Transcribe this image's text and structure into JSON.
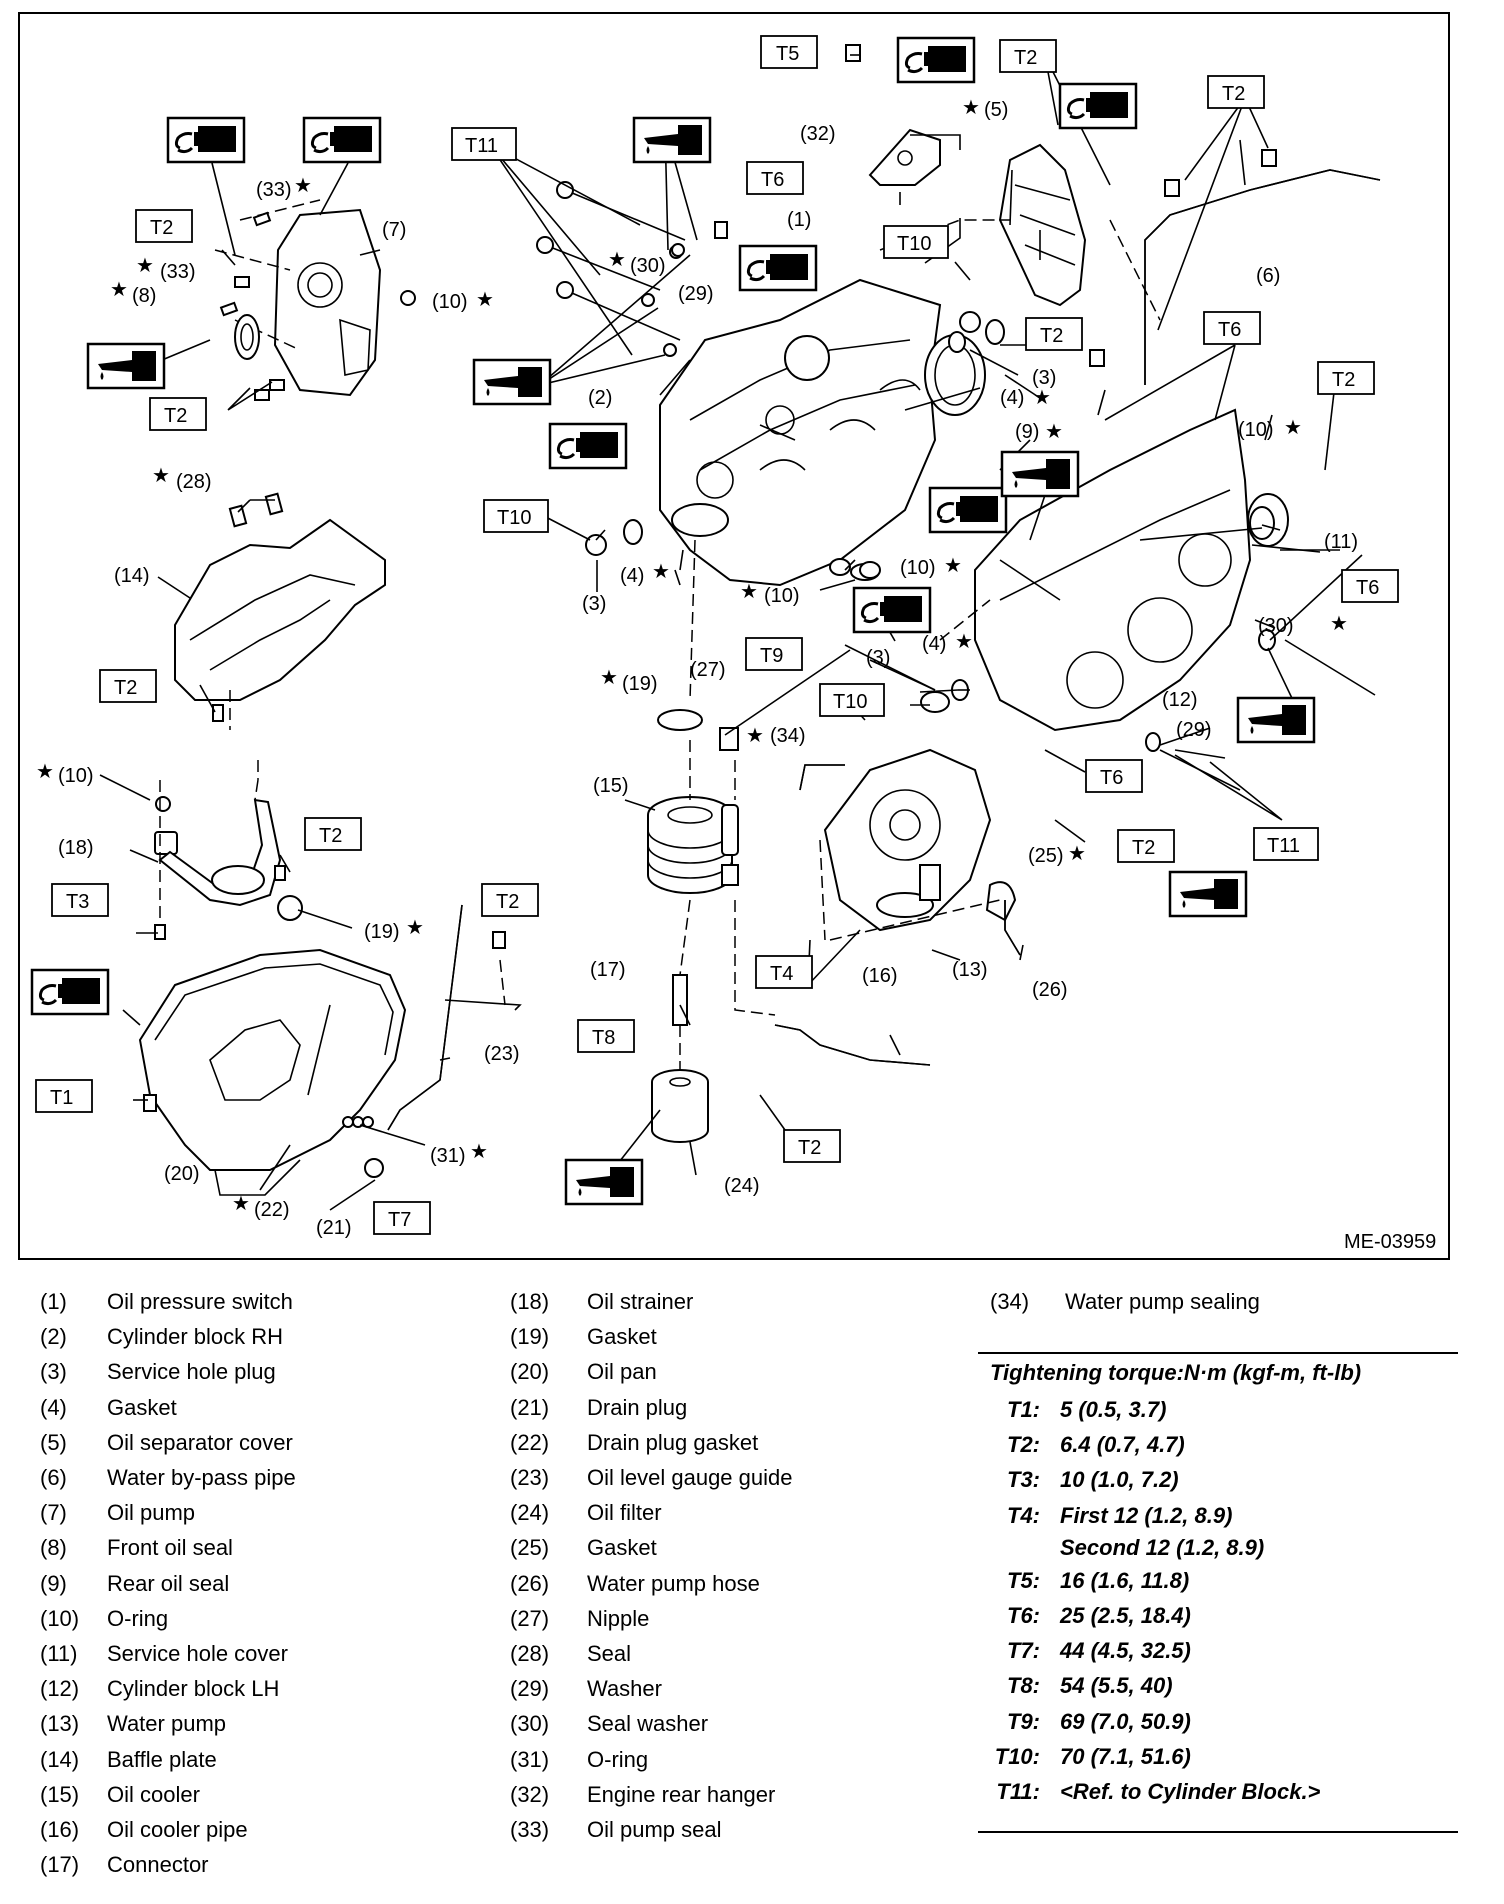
{
  "diagram": {
    "id": "ME-03959",
    "torque_callouts": [
      "T1",
      "T2",
      "T3",
      "T4",
      "T5",
      "T6",
      "T7",
      "T8",
      "T9",
      "T10",
      "T11"
    ],
    "symbols": [
      "grease-symbol",
      "oil-symbol"
    ]
  },
  "labels": {
    "p1": "(1)",
    "p2": "(2)",
    "p3": "(3)",
    "p4": "(4)",
    "p5": "(5)",
    "p6": "(6)",
    "p7": "(7)",
    "p8": "(8)",
    "p9": "(9)",
    "p10": "(10)",
    "p11": "(11)",
    "p12": "(12)",
    "p13": "(13)",
    "p14": "(14)",
    "p15": "(15)",
    "p16": "(16)",
    "p17": "(17)",
    "p18": "(18)",
    "p19": "(19)",
    "p20": "(20)",
    "p21": "(21)",
    "p22": "(22)",
    "p23": "(23)",
    "p24": "(24)",
    "p25": "(25)",
    "p26": "(26)",
    "p27": "(27)",
    "p28": "(28)",
    "p29": "(29)",
    "p30": "(30)",
    "p31": "(31)",
    "p32": "(32)",
    "p33": "(33)",
    "p34": "(34)",
    "star": "★"
  },
  "legend": [
    {
      "num": "(1)",
      "name": "Oil pressure switch"
    },
    {
      "num": "(2)",
      "name": "Cylinder block RH"
    },
    {
      "num": "(3)",
      "name": "Service hole plug"
    },
    {
      "num": "(4)",
      "name": "Gasket"
    },
    {
      "num": "(5)",
      "name": "Oil separator cover"
    },
    {
      "num": "(6)",
      "name": "Water by-pass pipe"
    },
    {
      "num": "(7)",
      "name": "Oil pump"
    },
    {
      "num": "(8)",
      "name": "Front oil seal"
    },
    {
      "num": "(9)",
      "name": "Rear oil seal"
    },
    {
      "num": "(10)",
      "name": "O-ring"
    },
    {
      "num": "(11)",
      "name": "Service hole cover"
    },
    {
      "num": "(12)",
      "name": "Cylinder block LH"
    },
    {
      "num": "(13)",
      "name": "Water pump"
    },
    {
      "num": "(14)",
      "name": "Baffle plate"
    },
    {
      "num": "(15)",
      "name": "Oil cooler"
    },
    {
      "num": "(16)",
      "name": "Oil cooler pipe"
    },
    {
      "num": "(17)",
      "name": "Connector"
    },
    {
      "num": "(18)",
      "name": "Oil strainer"
    },
    {
      "num": "(19)",
      "name": "Gasket"
    },
    {
      "num": "(20)",
      "name": "Oil pan"
    },
    {
      "num": "(21)",
      "name": "Drain plug"
    },
    {
      "num": "(22)",
      "name": "Drain plug gasket"
    },
    {
      "num": "(23)",
      "name": "Oil level gauge guide"
    },
    {
      "num": "(24)",
      "name": "Oil filter"
    },
    {
      "num": "(25)",
      "name": "Gasket"
    },
    {
      "num": "(26)",
      "name": "Water pump hose"
    },
    {
      "num": "(27)",
      "name": "Nipple"
    },
    {
      "num": "(28)",
      "name": "Seal"
    },
    {
      "num": "(29)",
      "name": "Washer"
    },
    {
      "num": "(30)",
      "name": "Seal washer"
    },
    {
      "num": "(31)",
      "name": "O-ring"
    },
    {
      "num": "(32)",
      "name": "Engine rear hanger"
    },
    {
      "num": "(33)",
      "name": "Oil pump seal"
    },
    {
      "num": "(34)",
      "name": "Water pump sealing"
    }
  ],
  "torque": {
    "title": "Tightening torque:N·m (kgf-m, ft-lb)",
    "rows": [
      {
        "key": "T1:",
        "value": "5 (0.5, 3.7)"
      },
      {
        "key": "T2:",
        "value": "6.4 (0.7, 4.7)"
      },
      {
        "key": "T3:",
        "value": "10 (1.0, 7.2)"
      },
      {
        "key": "T4:",
        "value": "First 12 (1.2, 8.9)",
        "second": "Second 12 (1.2, 8.9)"
      },
      {
        "key": "T5:",
        "value": "16 (1.6, 11.8)"
      },
      {
        "key": "T6:",
        "value": "25 (2.5, 18.4)"
      },
      {
        "key": "T7:",
        "value": "44 (4.5, 32.5)"
      },
      {
        "key": "T8:",
        "value": "54 (5.5, 40)"
      },
      {
        "key": "T9:",
        "value": "69 (7.0, 50.9)"
      },
      {
        "key": "T10:",
        "value": "70 (7.1, 51.6)"
      },
      {
        "key": "T11:",
        "value": "<Ref. to Cylinder Block.>"
      }
    ]
  }
}
